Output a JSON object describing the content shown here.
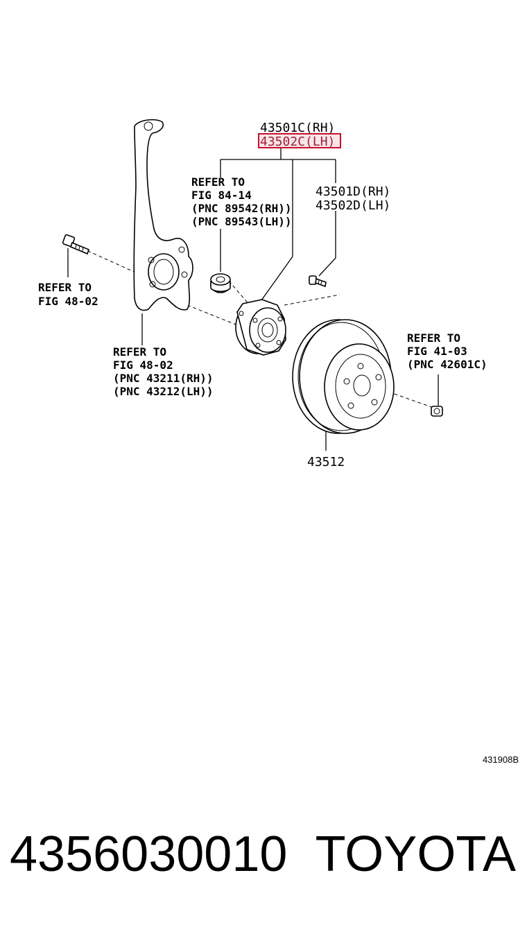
{
  "callouts": {
    "hub_assembly_rh": "43501C(RH)",
    "hub_assembly_lh": "43502C(LH)",
    "hub_bolt_rh": "43501D(RH)",
    "hub_bolt_lh": "43502D(LH)",
    "disc": "43512"
  },
  "references": {
    "nut": [
      "REFER TO",
      "FIG 84-14",
      "(PNC 89542(RH))",
      "(PNC 89543(LH))"
    ],
    "knuckle_bolt": [
      "REFER TO",
      "FIG 48-02"
    ],
    "knuckle": [
      "REFER TO",
      "FIG 48-02",
      "(PNC 43211(RH))",
      "(PNC 43212(LH))"
    ],
    "disc_nut": [
      "REFER TO",
      "FIG 41-03",
      "(PNC 42601C)"
    ]
  },
  "figure_id": "431908B",
  "footer": {
    "part_number": "4356030010",
    "brand": "TOYOTA"
  },
  "colors": {
    "highlight": "#c8102e",
    "line": "#000000"
  }
}
